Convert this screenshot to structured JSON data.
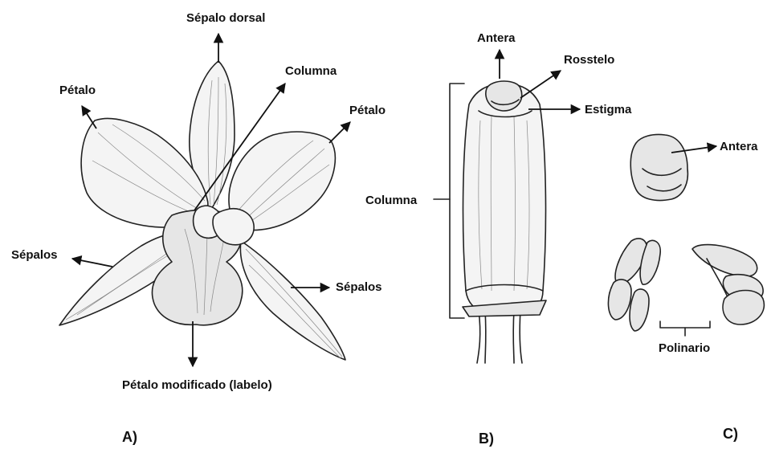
{
  "labels": {
    "sepalo_dorsal": "Sépalo dorsal",
    "columna_a": "Columna",
    "petalo_left": "Pétalo",
    "petalo_right": "Pétalo",
    "sepalos_left": "Sépalos",
    "sepalos_right": "Sépalos",
    "petalo_modificado": "Pétalo modificado (labelo)",
    "antera_b": "Antera",
    "rosstelo": "Rosstelo",
    "estigma": "Estigma",
    "columna_b": "Columna",
    "antera_c": "Antera",
    "polinario": "Polinario"
  },
  "panels": {
    "a": "A)",
    "b": "B)",
    "c": "C)"
  }
}
